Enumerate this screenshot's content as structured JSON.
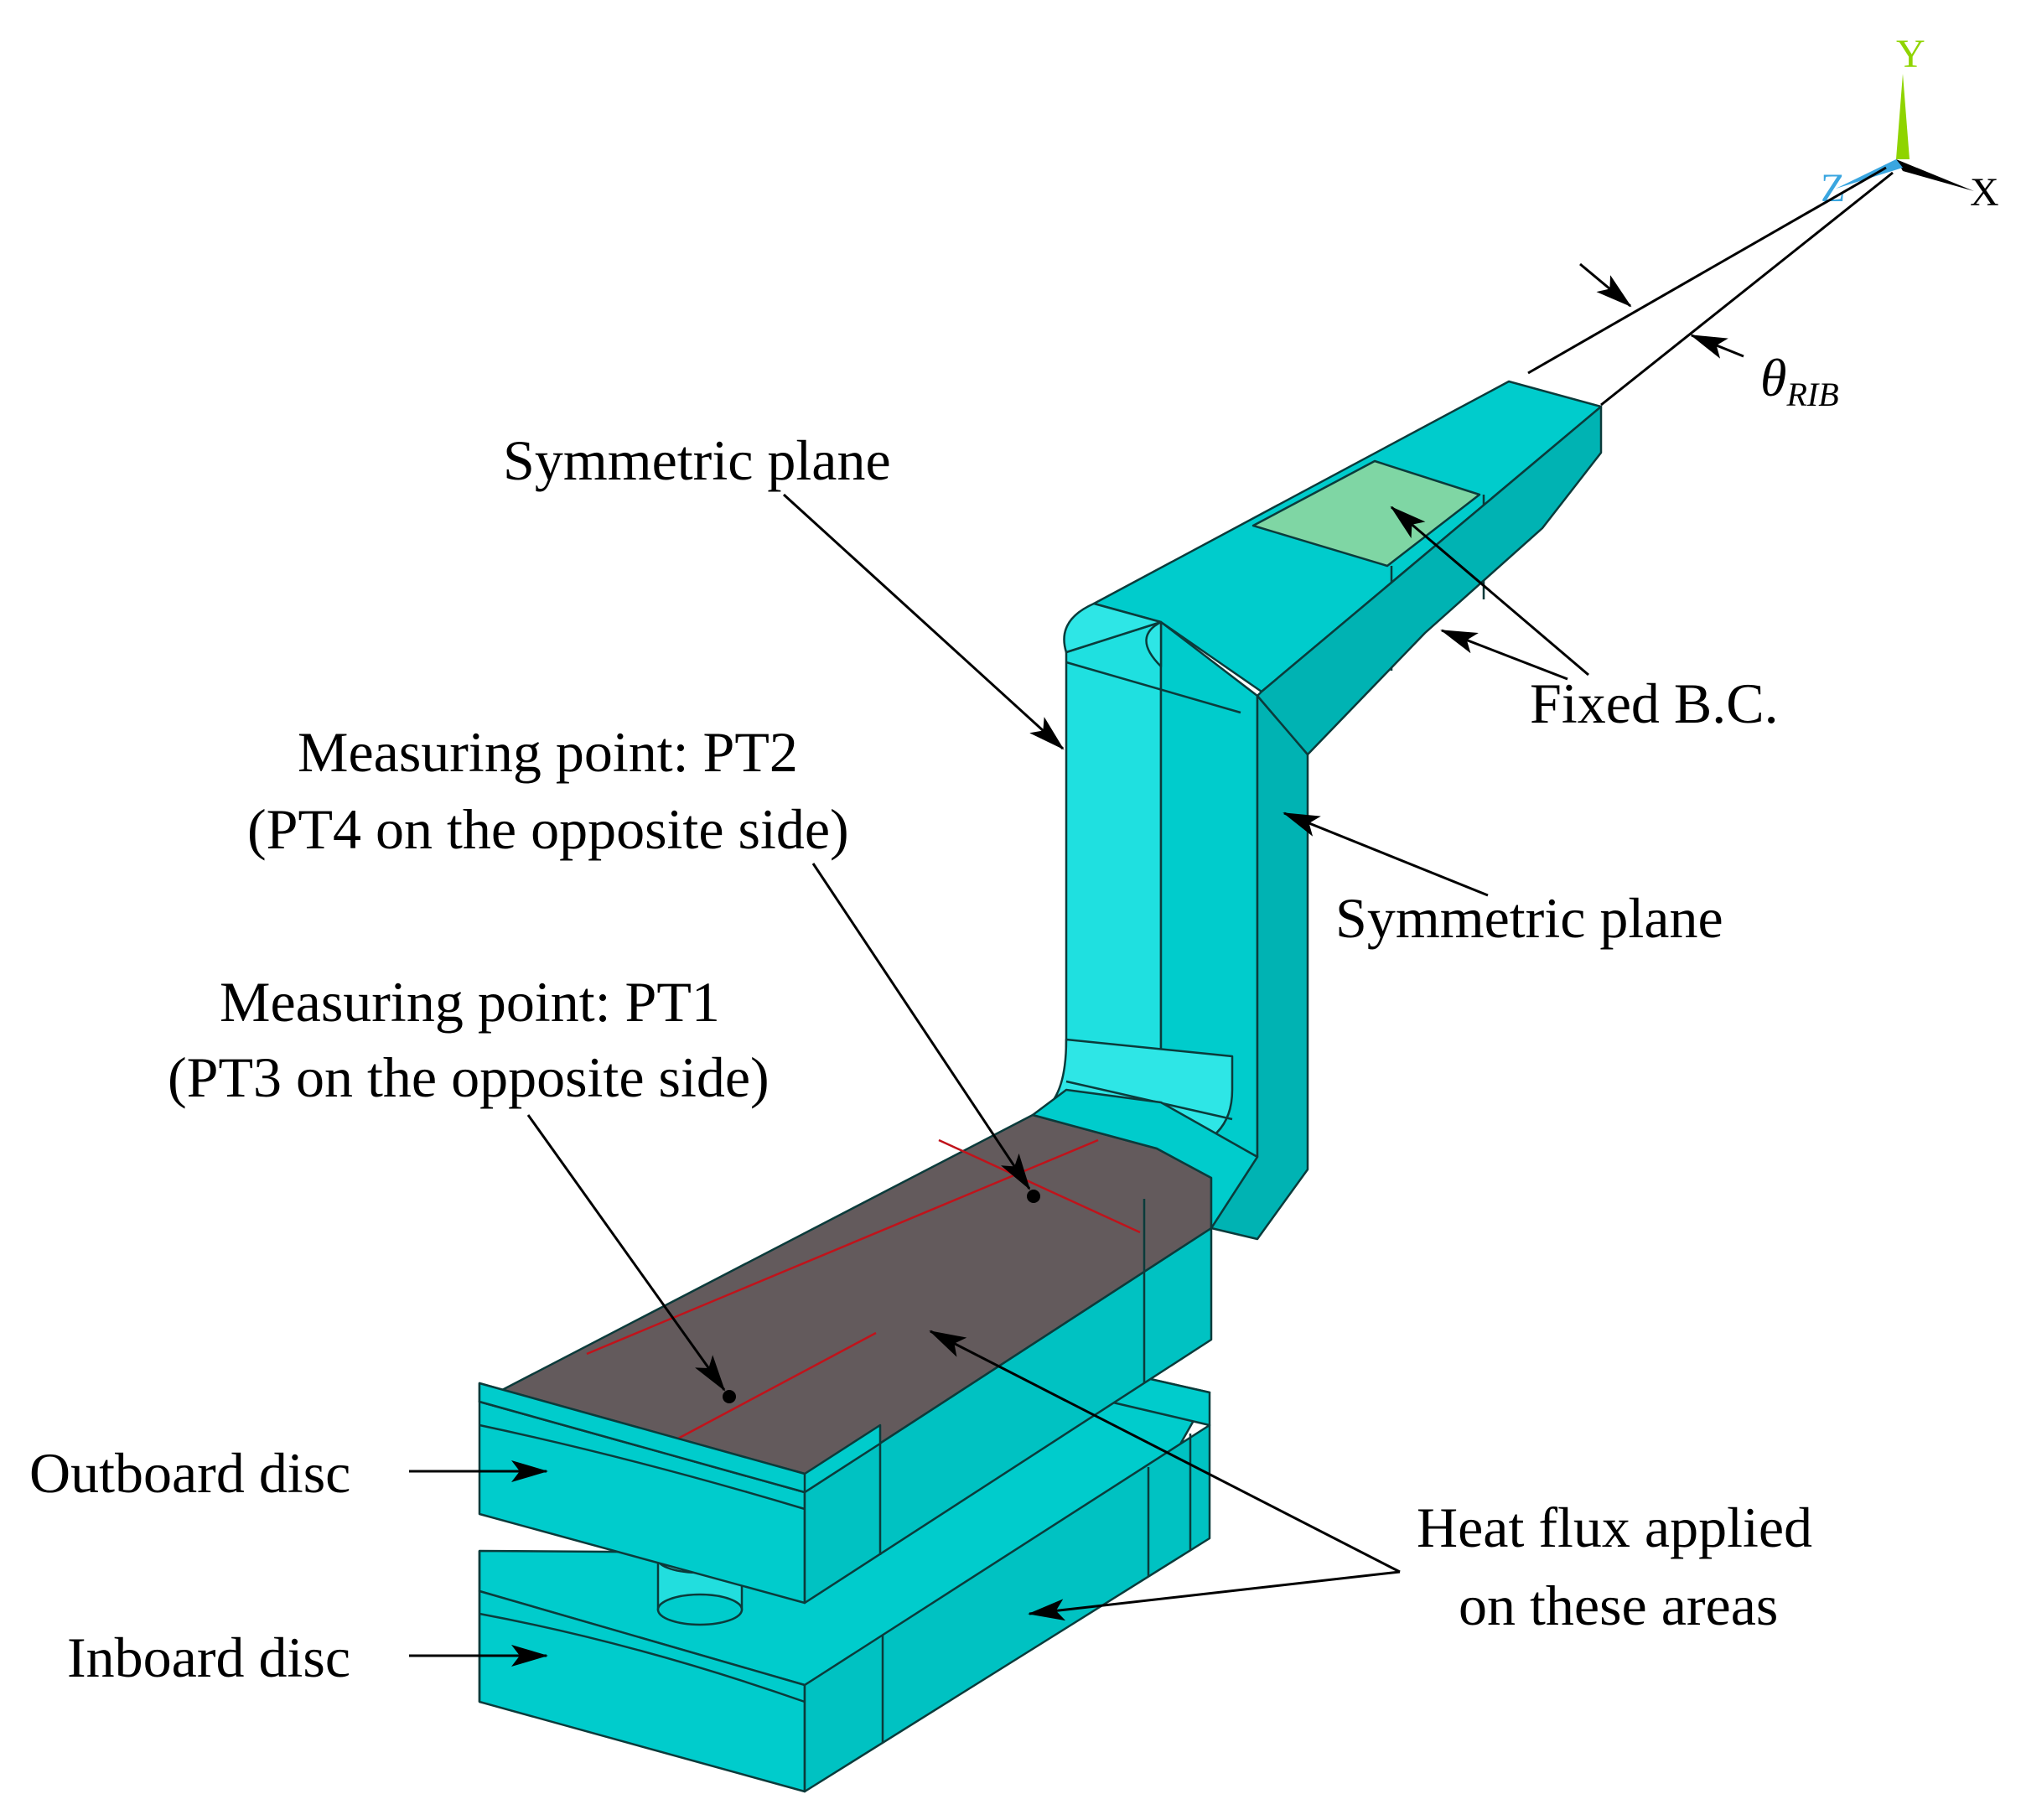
{
  "labels": {
    "symmetric_plane_top": "Symmetric plane",
    "symmetric_plane_right": "Symmetric plane",
    "fixed_bc": "Fixed B.C.",
    "pt2_line1": "Measuring point:  PT2",
    "pt2_line2": "(PT4 on the opposite side)",
    "pt1_line1": "Measuring point:  PT1",
    "pt1_line2": "(PT3 on the opposite side)",
    "outboard_disc": "Outboard disc",
    "inboard_disc": "Inboard disc",
    "heat_flux_line1": "Heat flux applied",
    "heat_flux_line2": "on these areas",
    "theta_symbol": "θ",
    "theta_subscript": "RIB"
  },
  "axes": {
    "x": "X",
    "y": "Y",
    "z": "Z"
  },
  "colors": {
    "body": "#00cccc",
    "body_dark": "#009b9b",
    "body_light": "#35e6e6",
    "heat_flux_area": "#635a5c",
    "fixed_area": "#7fd6a4",
    "grid_line": "#c0131b",
    "axis_y": "#8fd400",
    "axis_z": "#3aa6e0",
    "axis_x": "#000000"
  }
}
